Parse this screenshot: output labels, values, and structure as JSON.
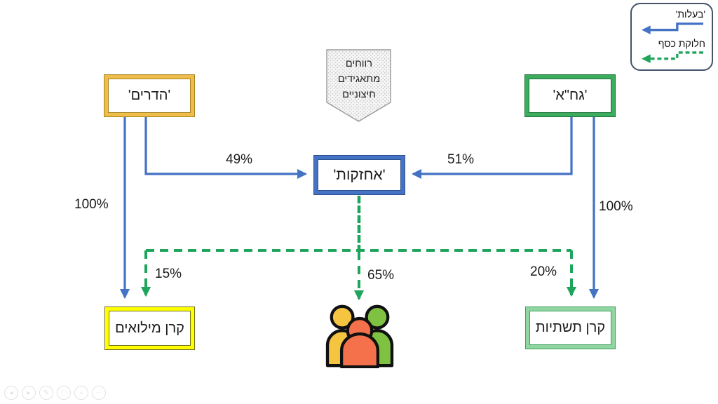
{
  "diagram": {
    "nodes": {
      "hadarim": {
        "label": "'הדרים'"
      },
      "gaha": {
        "label": "'גח\"א'"
      },
      "holdings": {
        "label": "'אחזקות'"
      },
      "reserve_fund": {
        "label": "קרן מילואים"
      },
      "infrastructure_fund": {
        "label": "קרן תשתיות"
      },
      "external_profits": {
        "line1": "רווחים",
        "line2": "מתאגידים",
        "line3": "חיצוניים"
      }
    },
    "edges": {
      "hadarim_to_holdings": "49%",
      "gaha_to_holdings": "51%",
      "hadarim_to_reserve": "100%",
      "gaha_to_infrastructure": "100%",
      "dist_to_reserve": "15%",
      "dist_to_public": "65%",
      "dist_to_infrastructure": "20%"
    },
    "legend": {
      "ownership_label": "'בעלות'",
      "money_label": "חלוקת כסף"
    },
    "colors": {
      "ownership_blue": "#4472c4",
      "money_green": "#1fa45b",
      "hadarim_gold": "#efbd4c",
      "gaha_green": "#3bad5c",
      "holdings_blue": "#4472c4",
      "reserve_yellow": "#ffff00",
      "infrastructure_green": "#8fd6a0",
      "person_yellow": "#f5c542",
      "person_orange": "#f4714c",
      "person_green": "#7fc241"
    }
  },
  "toolbar": {
    "icons": [
      {
        "name": "previous-slide",
        "glyph": "◂"
      },
      {
        "name": "next-slide",
        "glyph": "▸"
      },
      {
        "name": "pen",
        "glyph": "✎"
      },
      {
        "name": "laser-pointer",
        "glyph": "⬚"
      },
      {
        "name": "zoom",
        "glyph": "⌕"
      },
      {
        "name": "more-options",
        "glyph": "⋯"
      }
    ]
  }
}
